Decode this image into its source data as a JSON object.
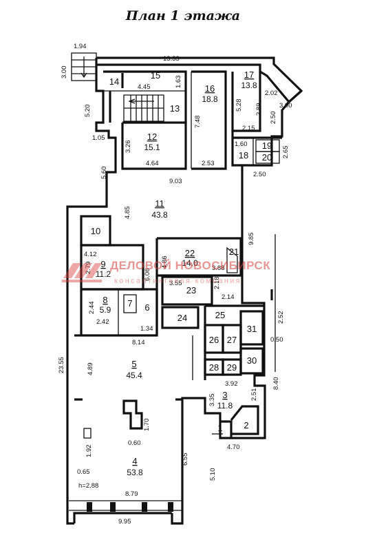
{
  "title": "План 1 этажа",
  "watermark": {
    "brand": "ДЕЛОВОЙ НОВОСИБИРСК",
    "subtitle": "консалтинговая компания",
    "color": "#d63c3c"
  },
  "rooms": [
    {
      "id": "r1",
      "number": "1",
      "area": ""
    },
    {
      "id": "r2",
      "number": "2",
      "area": ""
    },
    {
      "id": "r3",
      "number": "3",
      "area": "11.8"
    },
    {
      "id": "r4",
      "number": "4",
      "area": "53.8"
    },
    {
      "id": "r5",
      "number": "5",
      "area": "45.4"
    },
    {
      "id": "r6",
      "number": "6",
      "area": ""
    },
    {
      "id": "r7",
      "number": "7",
      "area": ""
    },
    {
      "id": "r8",
      "number": "8",
      "area": "5.9"
    },
    {
      "id": "r9",
      "number": "9",
      "area": "11.2"
    },
    {
      "id": "r10",
      "number": "10",
      "area": ""
    },
    {
      "id": "r11",
      "number": "11",
      "area": "43.8"
    },
    {
      "id": "r12",
      "number": "12",
      "area": "15.1"
    },
    {
      "id": "r13",
      "number": "13",
      "area": ""
    },
    {
      "id": "r14",
      "number": "14",
      "area": ""
    },
    {
      "id": "r15",
      "number": "15",
      "area": ""
    },
    {
      "id": "r16",
      "number": "16",
      "area": "18.8"
    },
    {
      "id": "r17",
      "number": "17",
      "area": "13.8"
    },
    {
      "id": "r18",
      "number": "18",
      "area": ""
    },
    {
      "id": "r19",
      "number": "19",
      "area": ""
    },
    {
      "id": "r20",
      "number": "20",
      "area": ""
    },
    {
      "id": "r21",
      "number": "21",
      "area": ""
    },
    {
      "id": "r22",
      "number": "22",
      "area": "14.0"
    },
    {
      "id": "r23",
      "number": "23",
      "area": ""
    },
    {
      "id": "r24",
      "number": "24",
      "area": ""
    },
    {
      "id": "r25",
      "number": "25",
      "area": ""
    },
    {
      "id": "r26",
      "number": "26",
      "area": ""
    },
    {
      "id": "r27",
      "number": "27",
      "area": ""
    },
    {
      "id": "r28",
      "number": "28",
      "area": ""
    },
    {
      "id": "r29",
      "number": "29",
      "area": ""
    },
    {
      "id": "r30",
      "number": "30",
      "area": ""
    },
    {
      "id": "r31",
      "number": "31",
      "area": ""
    }
  ],
  "dimensions": [
    {
      "id": "d01",
      "value": "1.94"
    },
    {
      "id": "d02",
      "value": "13.33"
    },
    {
      "id": "d03",
      "value": "3.00"
    },
    {
      "id": "d04",
      "value": "4.45"
    },
    {
      "id": "d05",
      "value": "1.63"
    },
    {
      "id": "d06",
      "value": "5.20"
    },
    {
      "id": "d07",
      "value": "7.48"
    },
    {
      "id": "d08",
      "value": "5.28"
    },
    {
      "id": "d09",
      "value": "2.02"
    },
    {
      "id": "d10",
      "value": "2.89"
    },
    {
      "id": "d11",
      "value": "2.50"
    },
    {
      "id": "d12",
      "value": "3.00"
    },
    {
      "id": "d13",
      "value": "2.15"
    },
    {
      "id": "d14",
      "value": "1.05"
    },
    {
      "id": "d15",
      "value": "3.26"
    },
    {
      "id": "d16",
      "value": "1.60"
    },
    {
      "id": "d17",
      "value": "2.65"
    },
    {
      "id": "d18",
      "value": "4.64"
    },
    {
      "id": "d19",
      "value": "2.53"
    },
    {
      "id": "d20",
      "value": "2.50"
    },
    {
      "id": "d21",
      "value": "5.60"
    },
    {
      "id": "d22",
      "value": "9.03"
    },
    {
      "id": "d23",
      "value": "4.85"
    },
    {
      "id": "d24",
      "value": "9.85"
    },
    {
      "id": "d25",
      "value": "4.12"
    },
    {
      "id": "d26",
      "value": "2.79"
    },
    {
      "id": "d27",
      "value": "6.06"
    },
    {
      "id": "d28",
      "value": "4.86"
    },
    {
      "id": "d29",
      "value": "3.88"
    },
    {
      "id": "d30",
      "value": "3.55"
    },
    {
      "id": "d31",
      "value": "2.18"
    },
    {
      "id": "d32",
      "value": "2.14"
    },
    {
      "id": "d33",
      "value": "2.52"
    },
    {
      "id": "d34",
      "value": "2.44"
    },
    {
      "id": "d35",
      "value": "2.42"
    },
    {
      "id": "d36",
      "value": "1.34"
    },
    {
      "id": "d37",
      "value": "8.14"
    },
    {
      "id": "d38",
      "value": "0.50"
    },
    {
      "id": "d39",
      "value": "23.55"
    },
    {
      "id": "d40",
      "value": "4.89"
    },
    {
      "id": "d41",
      "value": "3.92"
    },
    {
      "id": "d42",
      "value": "8.40"
    },
    {
      "id": "d43",
      "value": "2.51"
    },
    {
      "id": "d44",
      "value": "3.35"
    },
    {
      "id": "d45",
      "value": "1.70"
    },
    {
      "id": "d46",
      "value": "0.60"
    },
    {
      "id": "d47",
      "value": "1.92"
    },
    {
      "id": "d48",
      "value": "6.55"
    },
    {
      "id": "d49",
      "value": "4.70"
    },
    {
      "id": "d50",
      "value": "0.65"
    },
    {
      "id": "d51",
      "value": "5.10"
    },
    {
      "id": "d52",
      "value": "h=2.88"
    },
    {
      "id": "d53",
      "value": "8.79"
    },
    {
      "id": "d54",
      "value": "9.95"
    }
  ]
}
